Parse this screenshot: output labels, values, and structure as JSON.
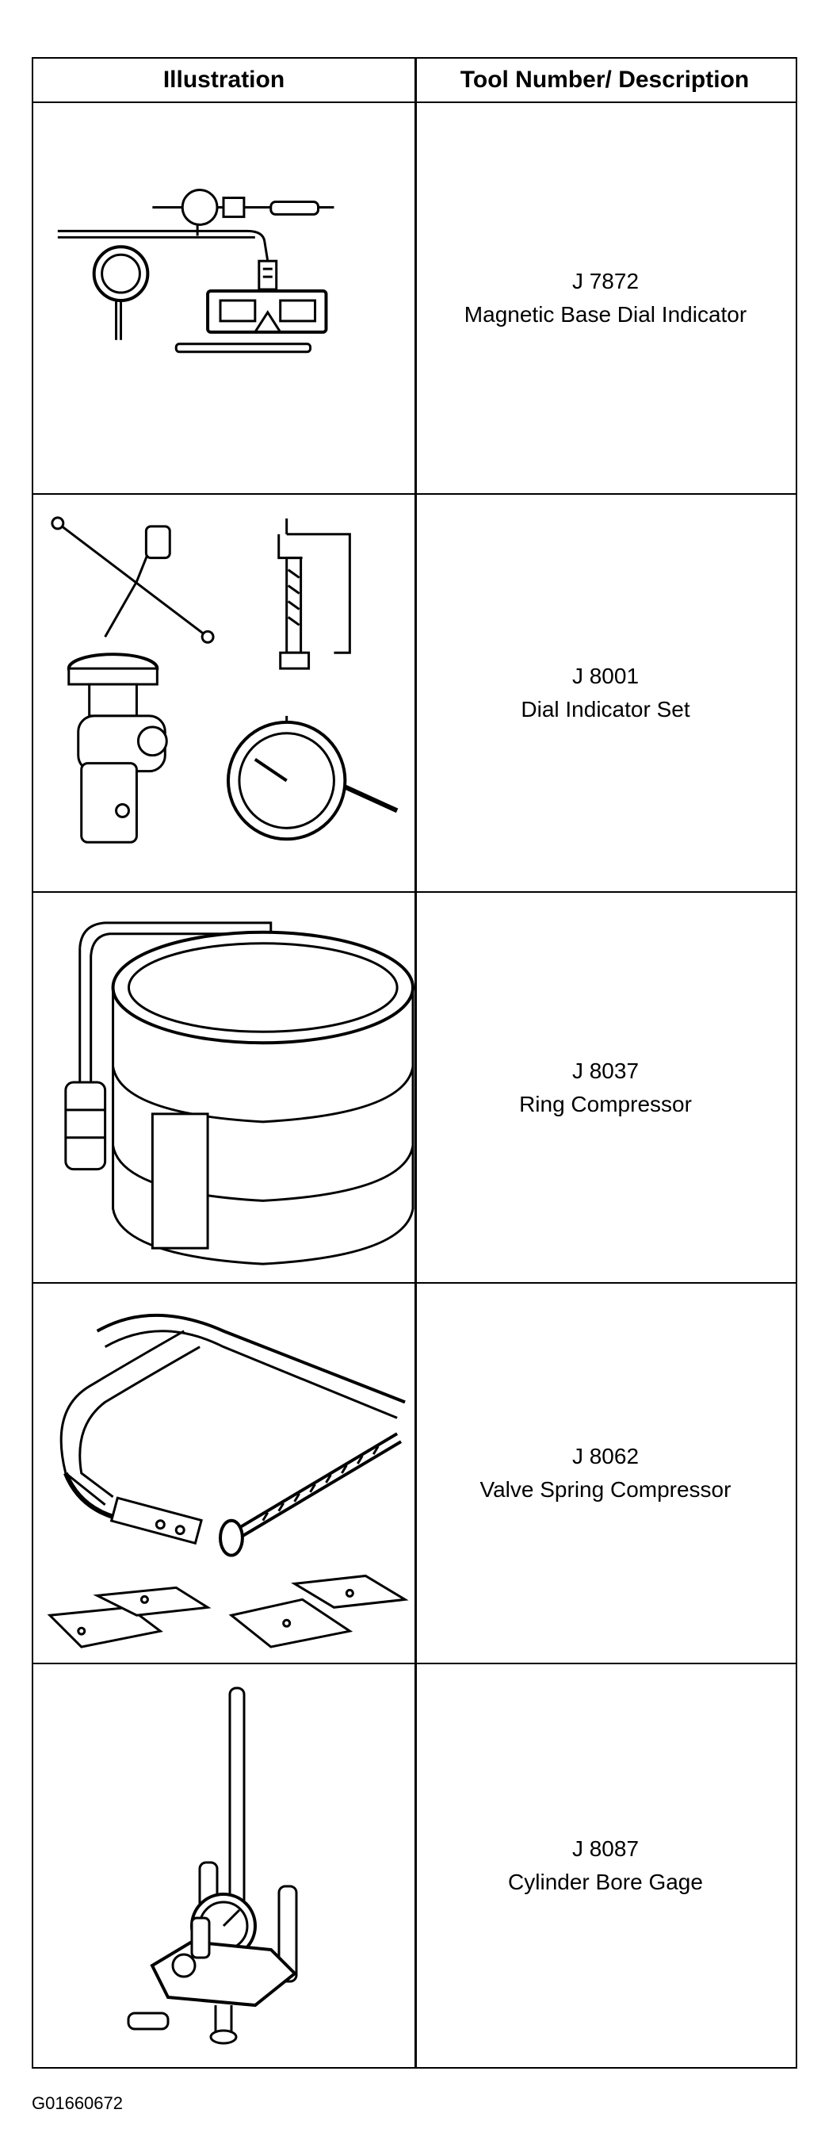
{
  "table": {
    "headers": {
      "illustration": "Illustration",
      "tool": "Tool Number/ Description"
    },
    "rows": [
      {
        "number": "J 7872",
        "description": "Magnetic Base Dial Indicator",
        "icon": "magnetic-base-dial-indicator-illustration"
      },
      {
        "number": "J 8001",
        "description": "Dial Indicator Set",
        "icon": "dial-indicator-set-illustration"
      },
      {
        "number": "J 8037",
        "description": "Ring Compressor",
        "icon": "ring-compressor-illustration"
      },
      {
        "number": "J 8062",
        "description": "Valve Spring Compressor",
        "icon": "valve-spring-compressor-illustration"
      },
      {
        "number": "J 8087",
        "description": "Cylinder Bore Gage",
        "icon": "cylinder-bore-gage-illustration"
      }
    ]
  },
  "footer": {
    "code": "G01660672"
  }
}
